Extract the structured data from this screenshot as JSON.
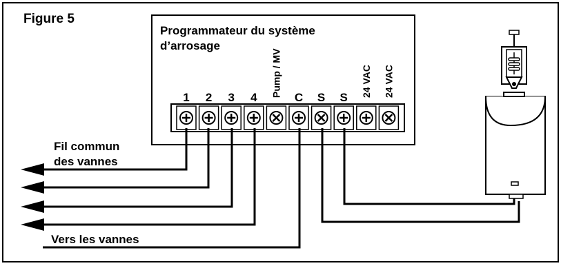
{
  "figure": {
    "label": "Figure 5"
  },
  "controller": {
    "title_line1": "Programmateur du système",
    "title_line2": "d’arrosage",
    "terminals": [
      {
        "label": "1",
        "screw": "plus"
      },
      {
        "label": "2",
        "screw": "plus"
      },
      {
        "label": "3",
        "screw": "plus"
      },
      {
        "label": "4",
        "screw": "plus"
      },
      {
        "label": "Pump / MV",
        "screw": "cross"
      },
      {
        "label": "C",
        "screw": "plus"
      },
      {
        "label": "S",
        "screw": "cross"
      },
      {
        "label": "S",
        "screw": "plus"
      },
      {
        "label": "24 VAC",
        "screw": "plus"
      },
      {
        "label": "24 VAC",
        "screw": "cross"
      }
    ]
  },
  "wires": {
    "common_label_line1": "Fil commun",
    "common_label_line2": "des vannes",
    "valves_label": "Vers les vannes"
  },
  "sensor": {
    "icon": "rain-sensor-icon"
  },
  "colors": {
    "line": "#000000",
    "background": "#ffffff"
  }
}
